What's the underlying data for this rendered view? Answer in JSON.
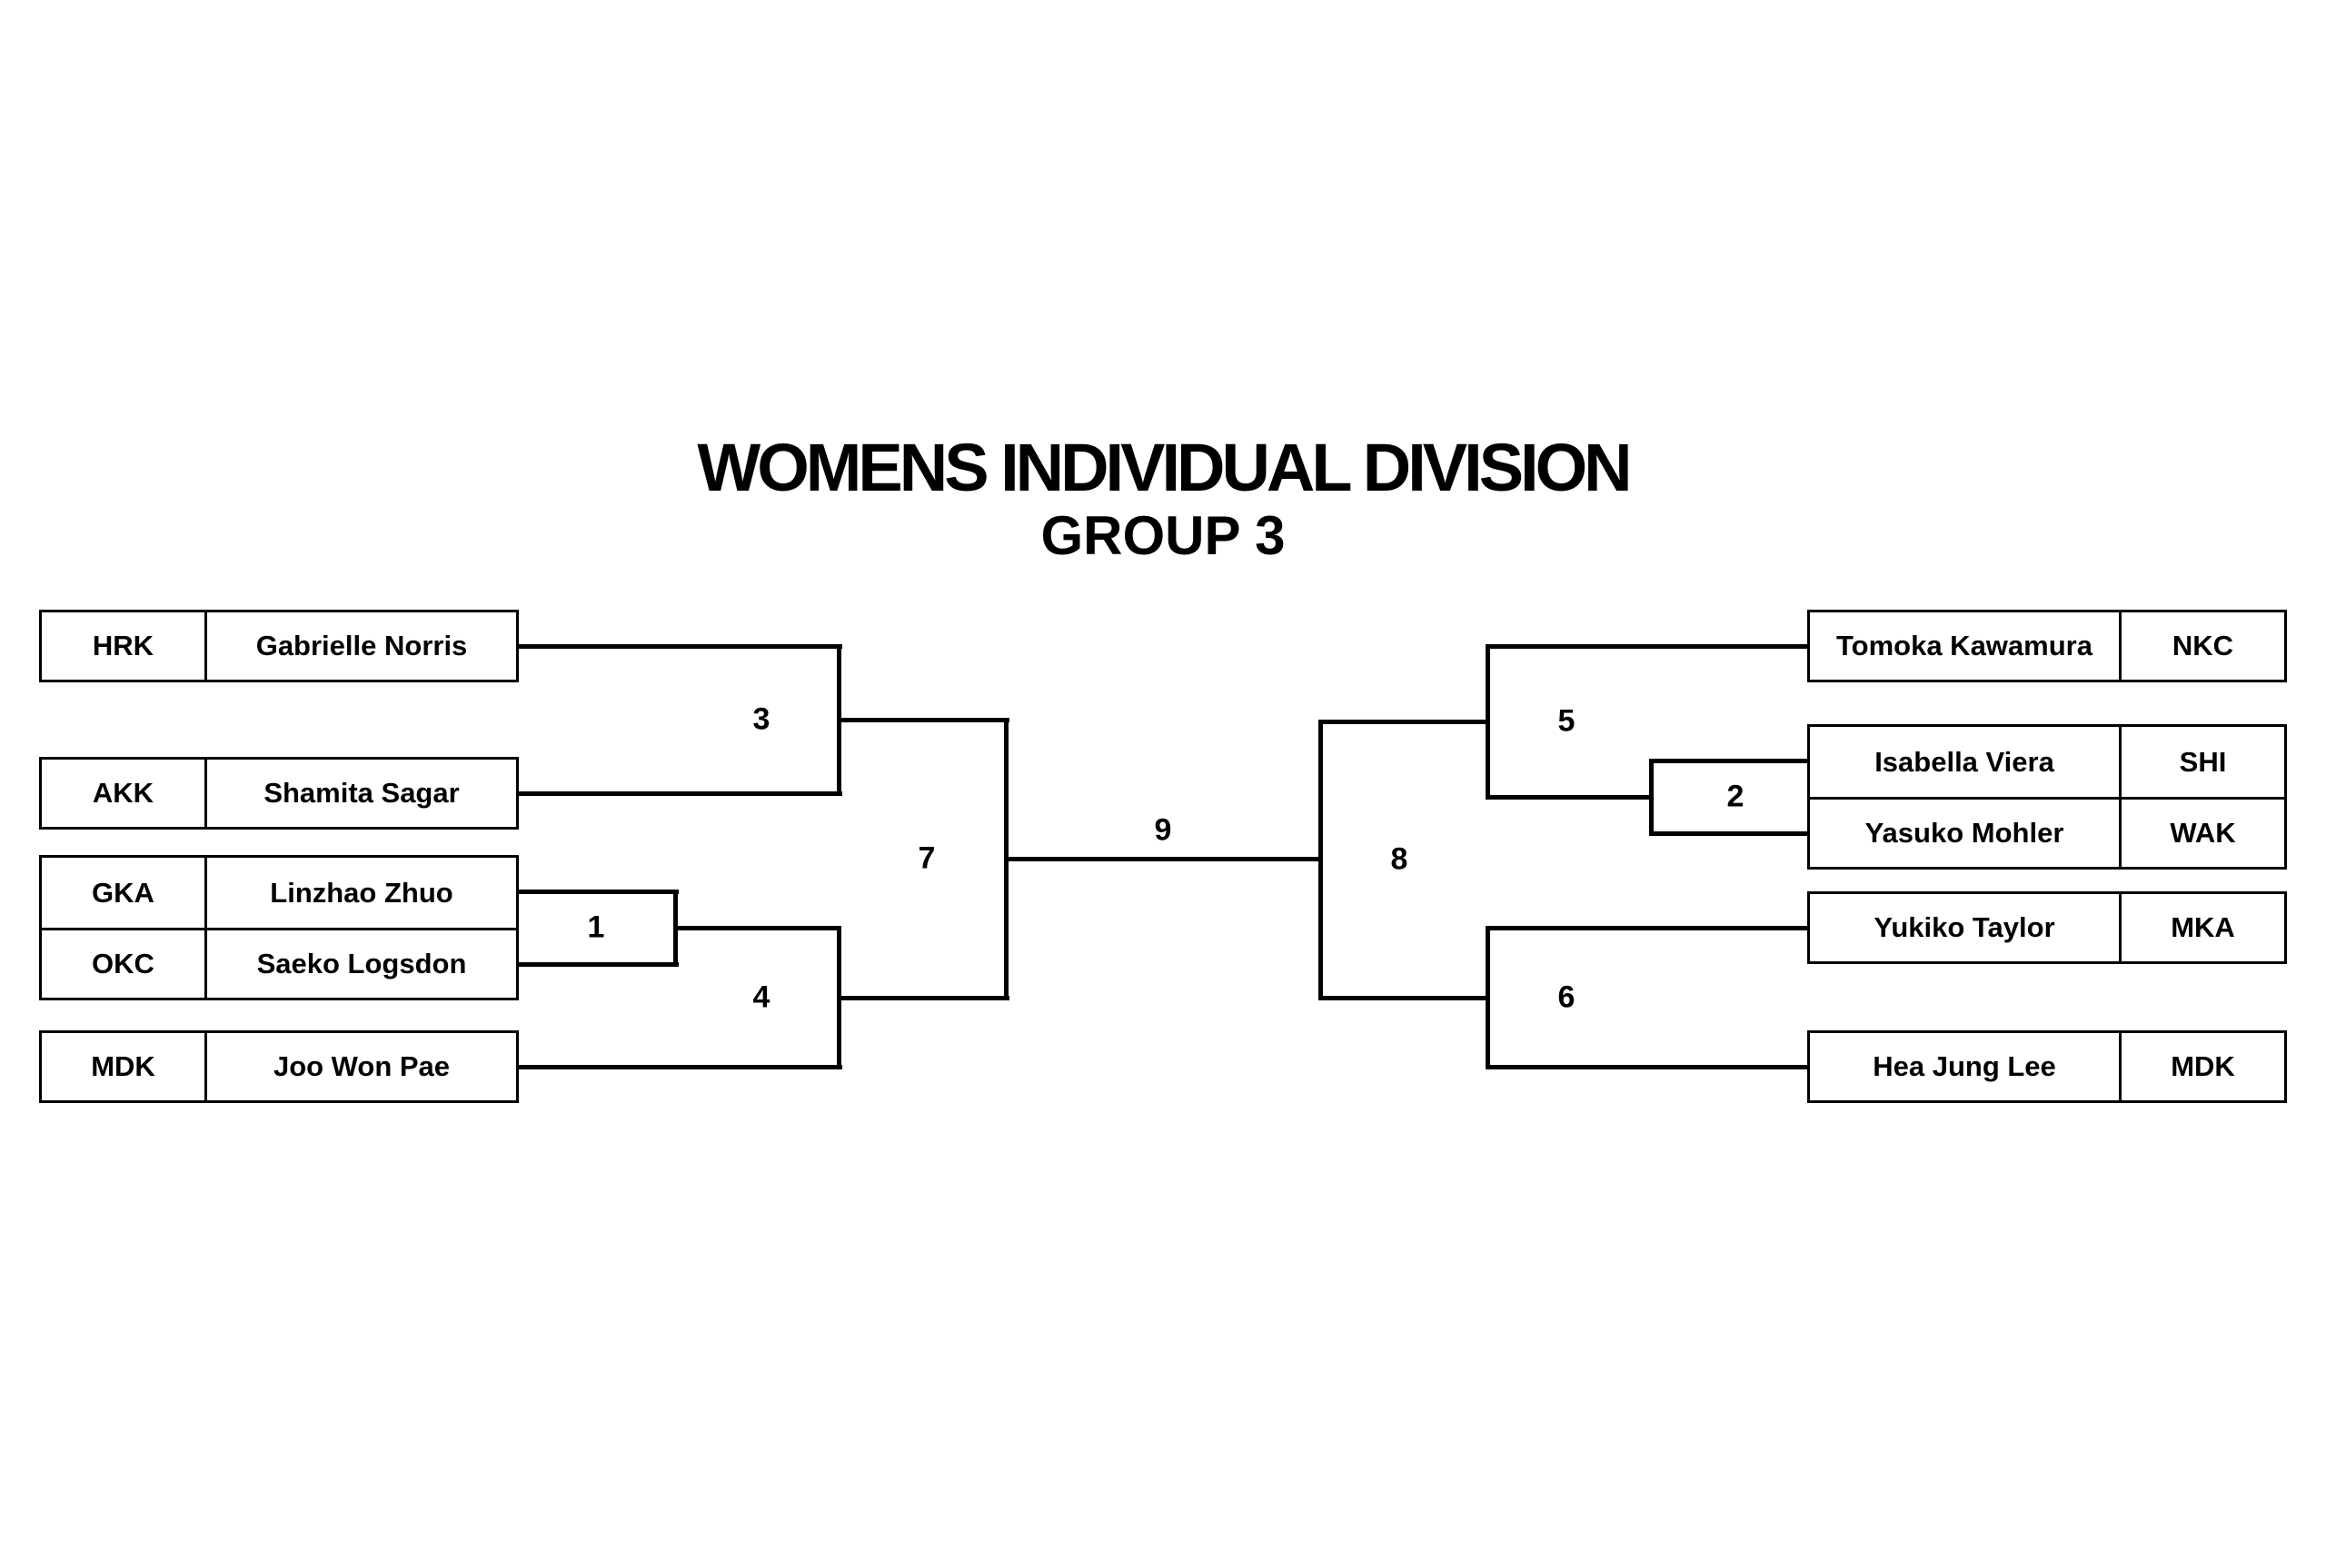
{
  "title": {
    "main": "WOMENS INDIVIDUAL DIVISION",
    "group": "GROUP 3"
  },
  "colors": {
    "background": "#ffffff",
    "line": "#000000",
    "text": "#000000"
  },
  "left_column": {
    "entries": [
      {
        "club": "HRK",
        "name": "Gabrielle Norris"
      },
      {
        "club": "AKK",
        "name": "Shamita Sagar"
      },
      {
        "club": "GKA",
        "name": "Linzhao Zhuo"
      },
      {
        "club": "OKC",
        "name": "Saeko Logsdon"
      },
      {
        "club": "MDK",
        "name": "Joo Won Pae"
      }
    ]
  },
  "right_column": {
    "entries": [
      {
        "name": "Tomoka Kawamura",
        "club": "NKC"
      },
      {
        "name": "Isabella Viera",
        "club": "SHI"
      },
      {
        "name": "Yasuko Mohler",
        "club": "WAK"
      },
      {
        "name": "Yukiko Taylor",
        "club": "MKA"
      },
      {
        "name": "Hea Jung Lee",
        "club": "MDK"
      }
    ]
  },
  "matches": {
    "m1": "1",
    "m2": "2",
    "m3": "3",
    "m4": "4",
    "m5": "5",
    "m6": "6",
    "m7": "7",
    "m8": "8",
    "m9": "9"
  }
}
